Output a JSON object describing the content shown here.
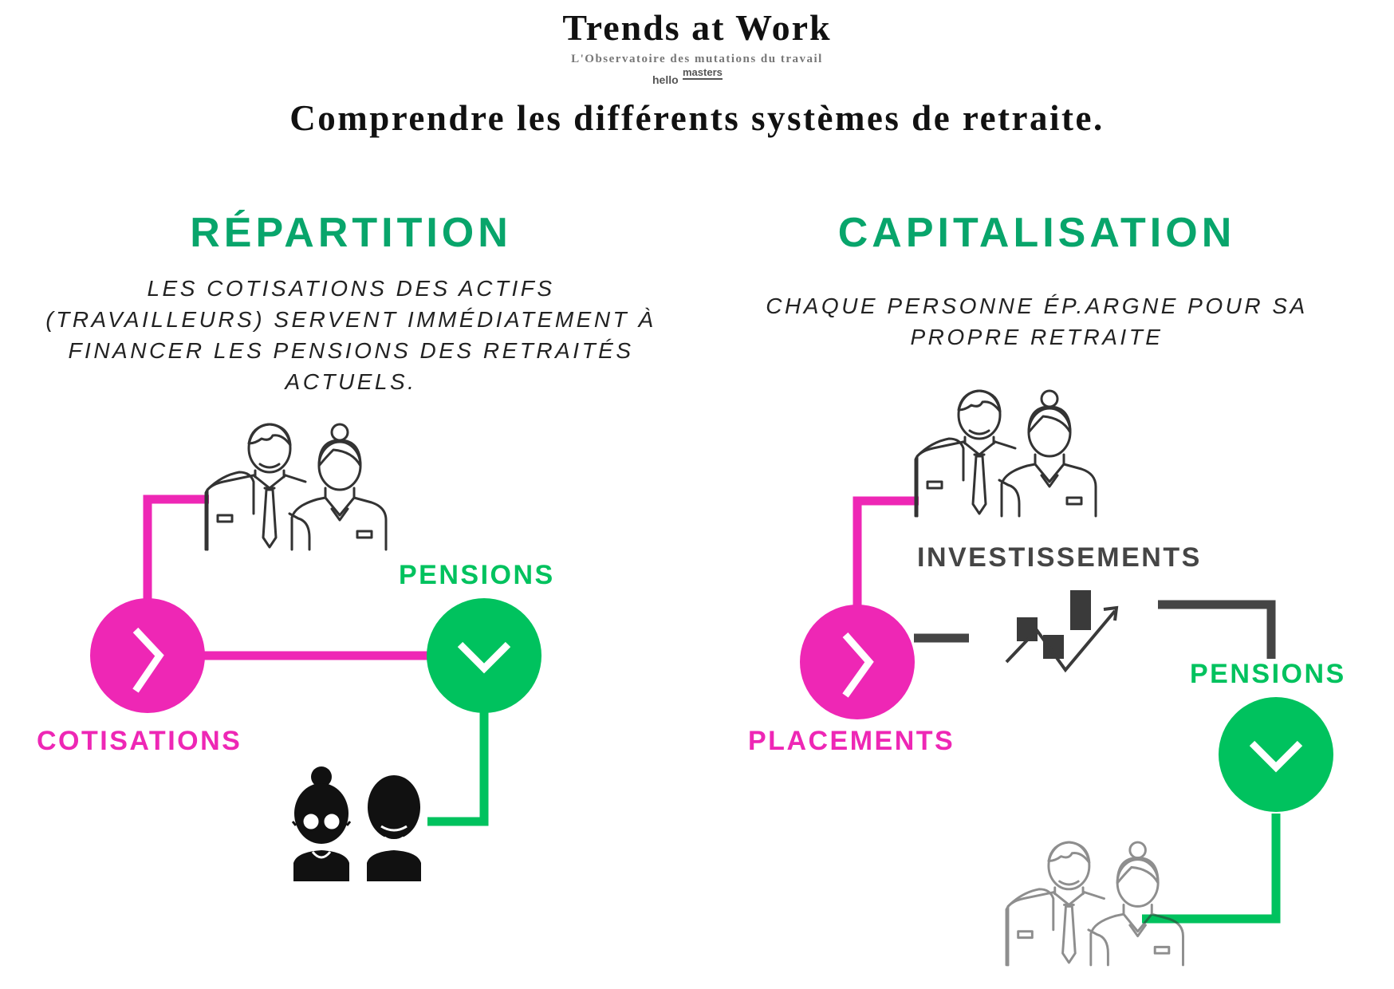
{
  "header": {
    "brand": "Trends at Work",
    "tagline": "L'Observatoire des mutations du travail",
    "logo_left": "hello",
    "logo_right": "masters",
    "title": "Comprendre les différents systèmes de retraite."
  },
  "repartition": {
    "title": "RÉPARTITION",
    "description": "Les cotisations des actifs (travailleurs) servent immédiatement à financer les pensions des retraités actuels.",
    "label_cotisations": "COTISATIONS",
    "label_pensions": "PENSIONS"
  },
  "capitalisation": {
    "title": "CAPITALISATION",
    "description": "Chaque personne ép.argne pour sa propre retraite",
    "label_investissements": "INVESTISSEMENTS",
    "label_placements": "PLACEMENTS",
    "label_pensions": "PENSIONS"
  },
  "colors": {
    "section_title": "#08a56b",
    "pink": "#ee27b5",
    "green": "#00c25e",
    "grey": "#454545"
  },
  "icons": {
    "workers": "worker-couple-icon",
    "retirees": "retired-couple-icon",
    "chevron_right": "chevron-right-icon",
    "chevron_down": "chevron-down-icon",
    "growth_chart": "growth-chart-icon"
  }
}
